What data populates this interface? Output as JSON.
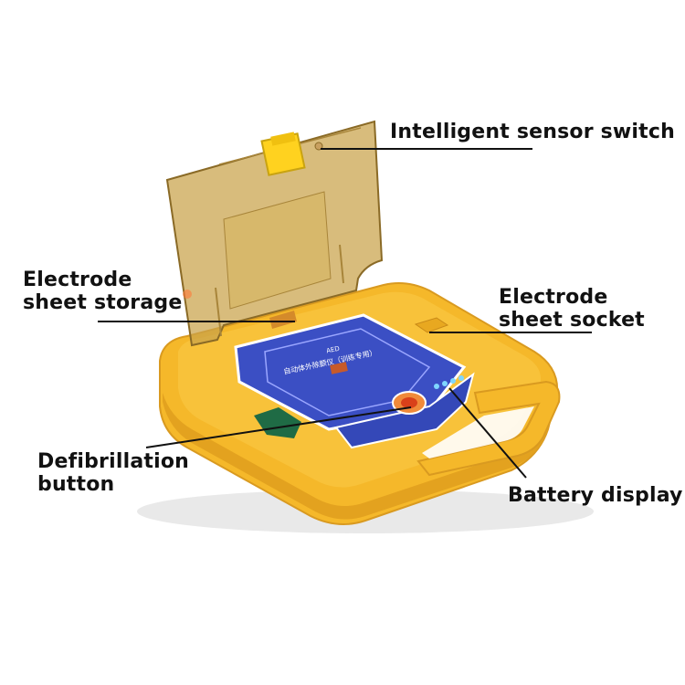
{
  "labels": {
    "sensor_switch": "Intelligent sensor switch",
    "electrode_storage": [
      "Electrode",
      "sheet storage"
    ],
    "electrode_socket": [
      "Electrode",
      "sheet socket"
    ],
    "defibrillation_button": [
      "Defibrillation",
      "button"
    ],
    "battery_display": "Battery display"
  },
  "device": {
    "panel_title": "AED",
    "panel_text": "自动体外除颤仪（训练专用）"
  },
  "colors": {
    "case": "#f5b82a",
    "case_shadow": "#d9961a",
    "lid": "#c9a24a",
    "panel": "#3b4fc4",
    "panel_border": "#ffffff",
    "button_ring": "#f08a3a",
    "button_core": "#d9401a",
    "green_tab": "#1f6b45",
    "leader_line": "#111111"
  }
}
